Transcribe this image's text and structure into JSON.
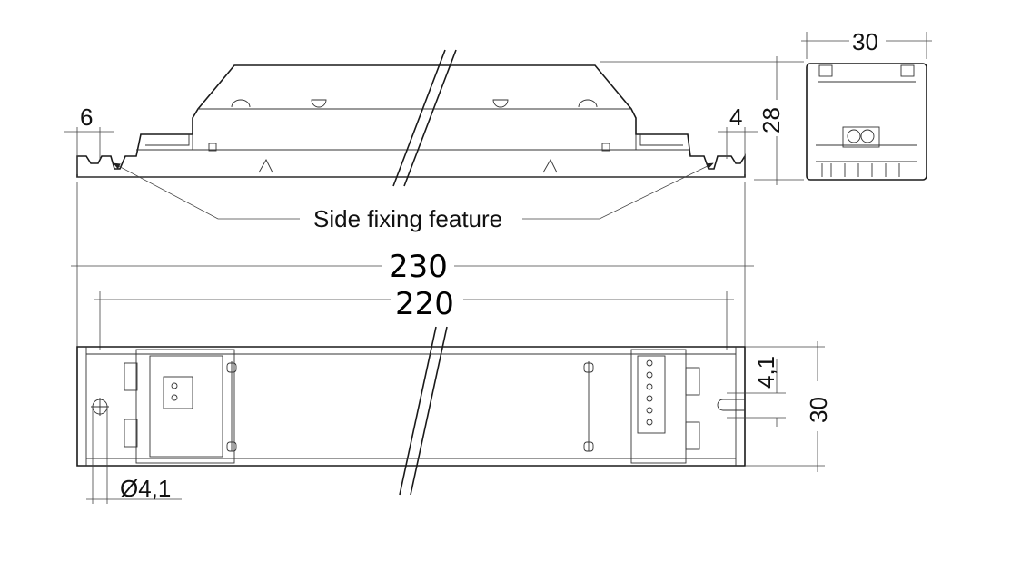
{
  "drawing": {
    "end_view_width": "30",
    "end_view_height": "28",
    "left_offset": "6",
    "right_offset": "4",
    "callout": "Side fixing feature",
    "overall_length": "230",
    "mounting_length": "220",
    "slot_width": "4,1",
    "body_width": "30",
    "hole_diameter": "Ø4,1"
  }
}
